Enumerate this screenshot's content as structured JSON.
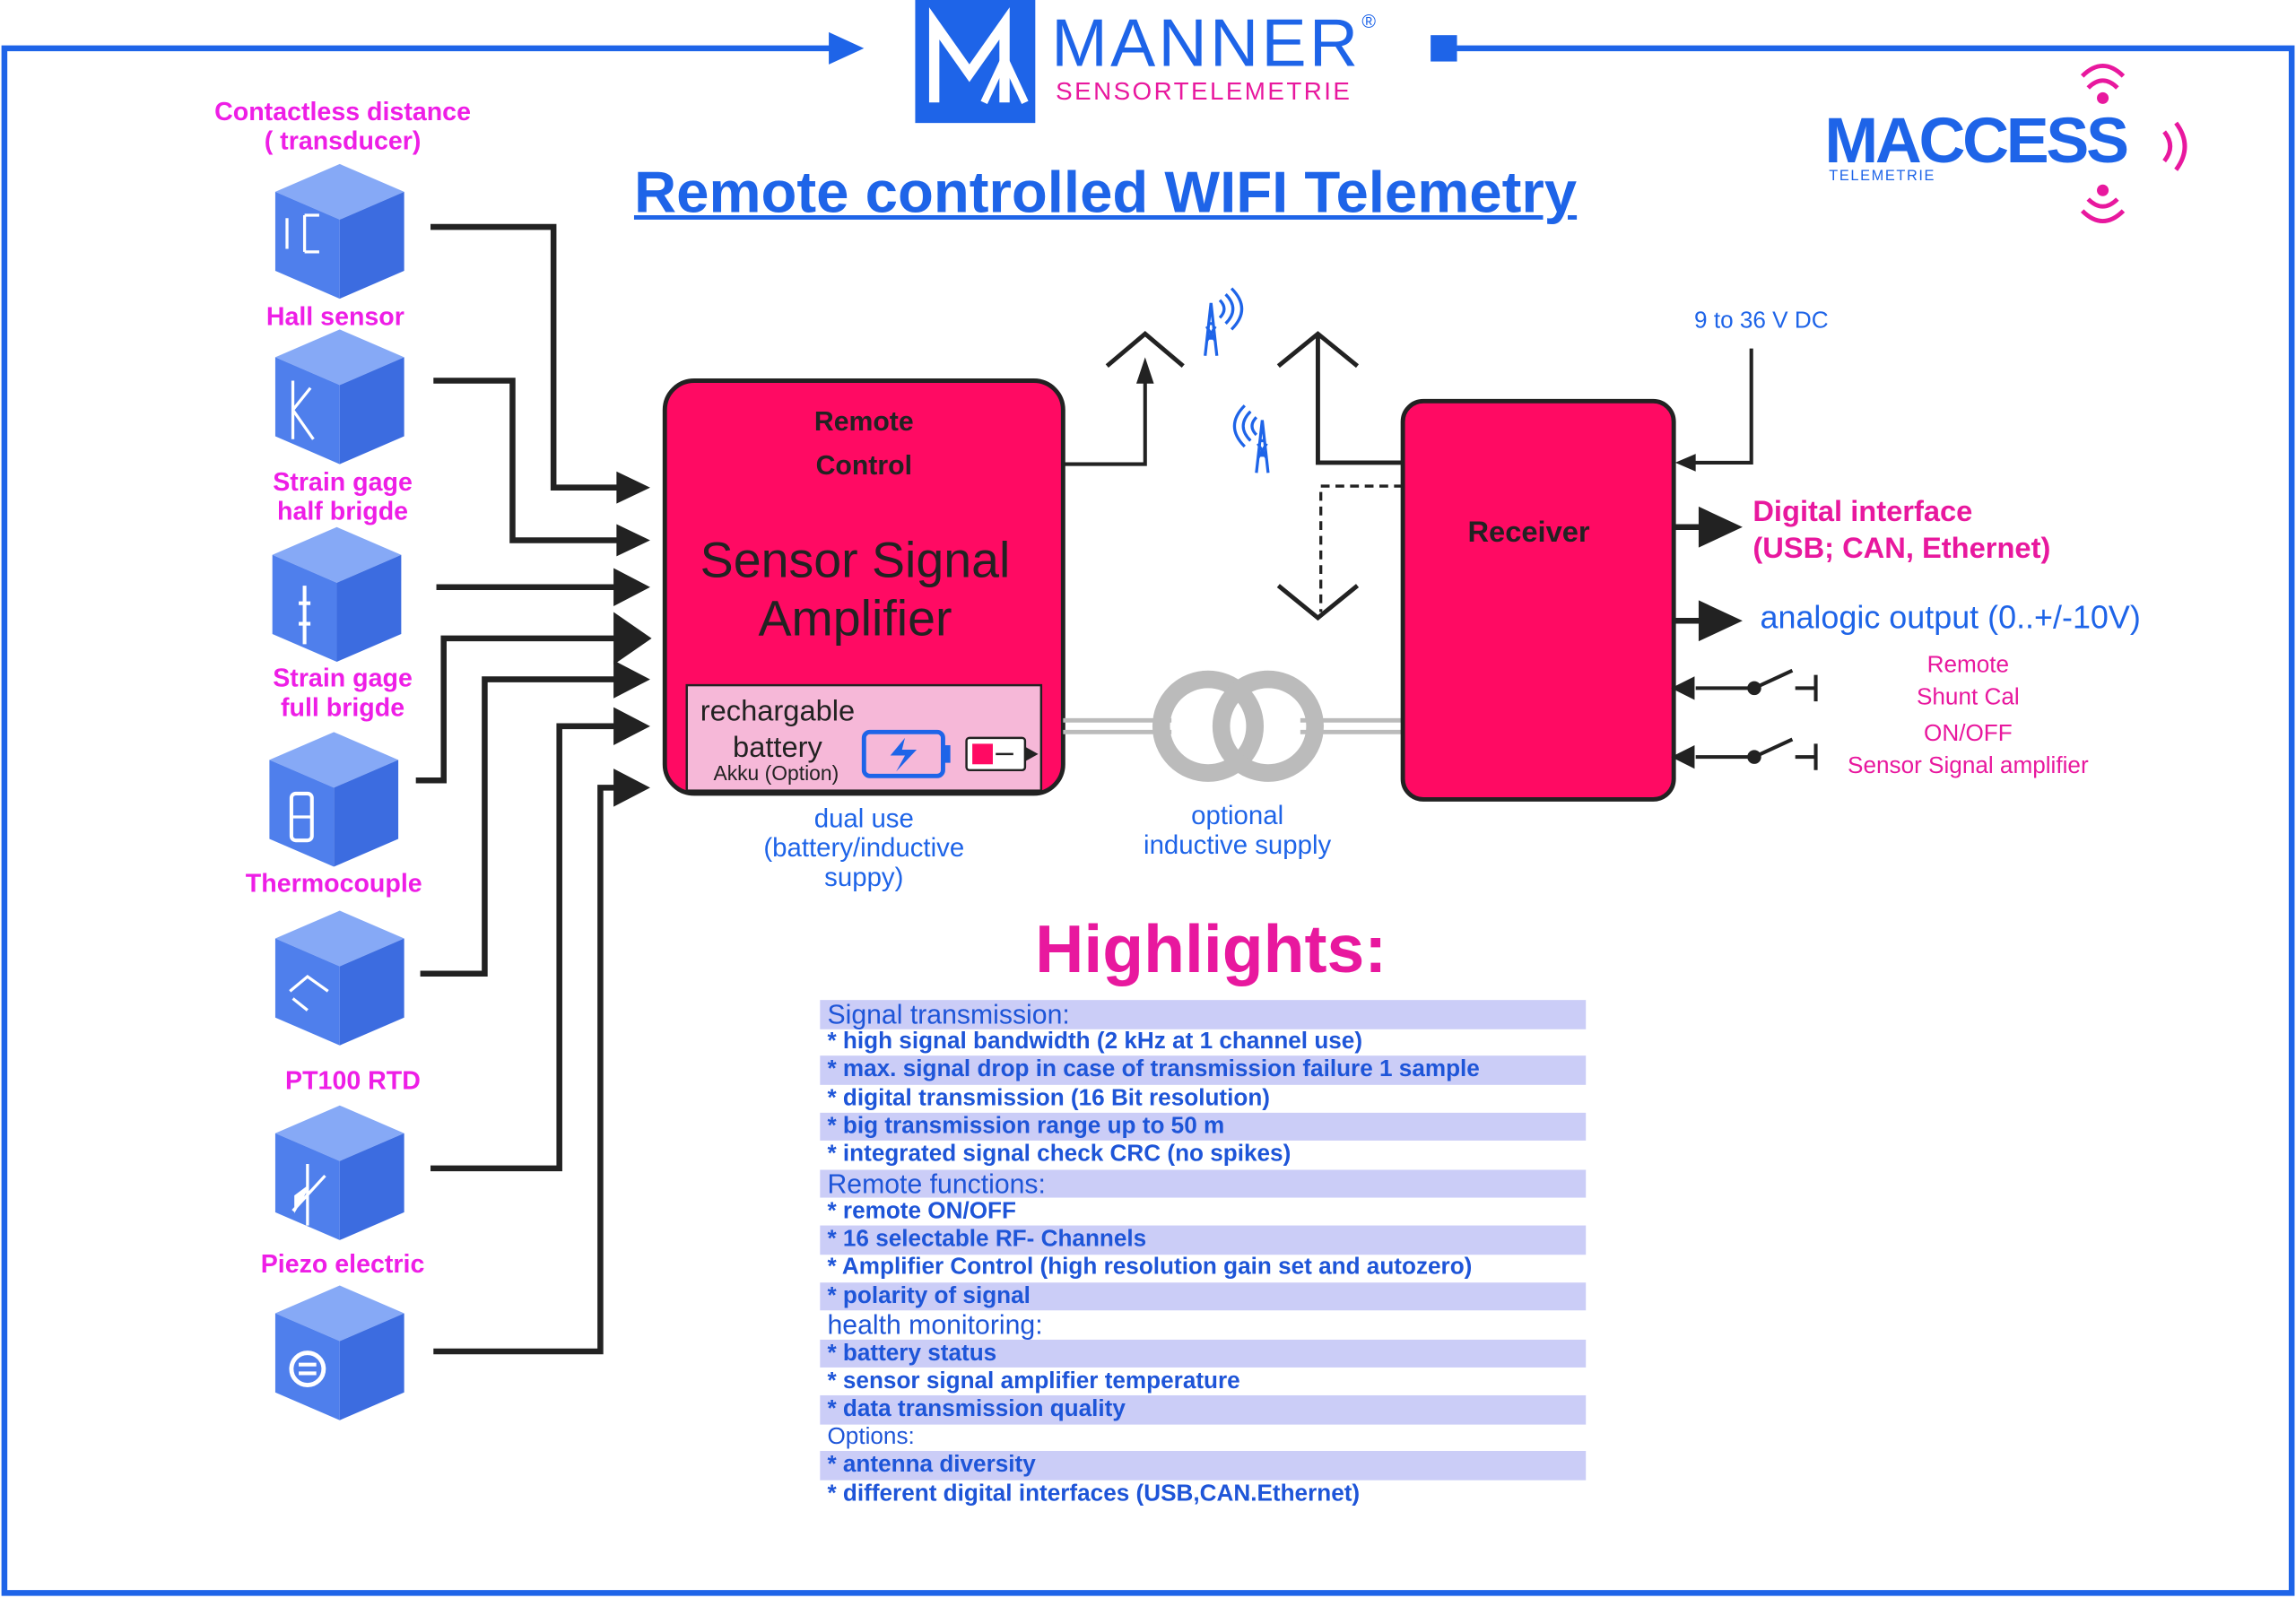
{
  "header": {
    "brand_name": "MANNER",
    "brand_registered": "®",
    "brand_sub": "SENSORTELEMETRIE",
    "access_logo_text": "MACCESS",
    "access_logo_sub": "TELEMETRIE",
    "title": "Remote controlled WIFI Telemetry"
  },
  "sensors": [
    {
      "label": "Contactless distance\n( transducer)",
      "icon": "distance-transducer-icon"
    },
    {
      "label": "Hall sensor",
      "icon": "hall-sensor-icon"
    },
    {
      "label": "Strain gage\nhalf brigde",
      "icon": "strain-gage-half-icon"
    },
    {
      "label": "Strain gage\nfull brigde",
      "icon": "strain-gage-full-icon"
    },
    {
      "label": "Thermocouple",
      "icon": "thermocouple-icon"
    },
    {
      "label": "PT100 RTD",
      "icon": "pt100-icon"
    },
    {
      "label": "Piezo electric",
      "icon": "piezo-icon"
    }
  ],
  "amplifier": {
    "remote_control": "Remote\nControl",
    "title": "Sensor Signal\nAmplifier",
    "battery": "rechargable\nbattery",
    "akku": "Akku (Option)"
  },
  "notes": {
    "dual_use": "dual use\n(battery/inductive\nsuppy)",
    "inductive": "optional\ninductive supply",
    "voltage": "9 to 36 V DC"
  },
  "receiver": {
    "label": "Receiver",
    "digital": "Digital interface\n(USB; CAN, Ethernet)",
    "analog": "analogic output (0..+/-10V)",
    "shunt": "Remote\nShunt Cal",
    "onoff": "ON/OFF\nSensor Signal amplifier"
  },
  "highlights": {
    "title": "Highlights:",
    "rows": [
      {
        "text": "Signal transmission:",
        "style": "head",
        "shade": true
      },
      {
        "text": "* high signal bandwidth (2 kHz at 1 channel use)",
        "style": "item",
        "shade": false
      },
      {
        "text": "* max. signal drop in case of transmission failure 1 sample",
        "style": "item",
        "shade": true
      },
      {
        "text": "* digital transmission (16 Bit resolution)",
        "style": "item",
        "shade": false
      },
      {
        "text": "* big transmission range up to 50 m",
        "style": "item",
        "shade": true
      },
      {
        "text": "* integrated signal check CRC (no spikes)",
        "style": "item",
        "shade": false
      },
      {
        "text": "Remote functions:",
        "style": "head",
        "shade": true
      },
      {
        "text": "* remote ON/OFF",
        "style": "item",
        "shade": false
      },
      {
        "text": "* 16 selectable RF- Channels",
        "style": "item",
        "shade": true
      },
      {
        "text": "* Amplifier Control (high resolution gain set and autozero)",
        "style": "item",
        "shade": false
      },
      {
        "text": "* polarity of signal",
        "style": "item",
        "shade": true
      },
      {
        "text": "health monitoring:",
        "style": "head",
        "shade": false
      },
      {
        "text": "* battery status",
        "style": "item",
        "shade": true
      },
      {
        "text": "* sensor signal amplifier temperature",
        "style": "item",
        "shade": false
      },
      {
        "text": "* data transmission quality",
        "style": "item",
        "shade": true
      },
      {
        "text": "Options:",
        "style": "small",
        "shade": false
      },
      {
        "text": "* antenna diversity",
        "style": "item",
        "shade": true
      },
      {
        "text": "* different digital interfaces (USB,CAN.Ethernet)",
        "style": "item",
        "shade": false
      }
    ]
  },
  "colors": {
    "frame": "#1e64e8",
    "magenta": "#ee1ee6",
    "block": "#ff0a63",
    "cube": "#5e8cf2",
    "text_dark": "#222222"
  }
}
